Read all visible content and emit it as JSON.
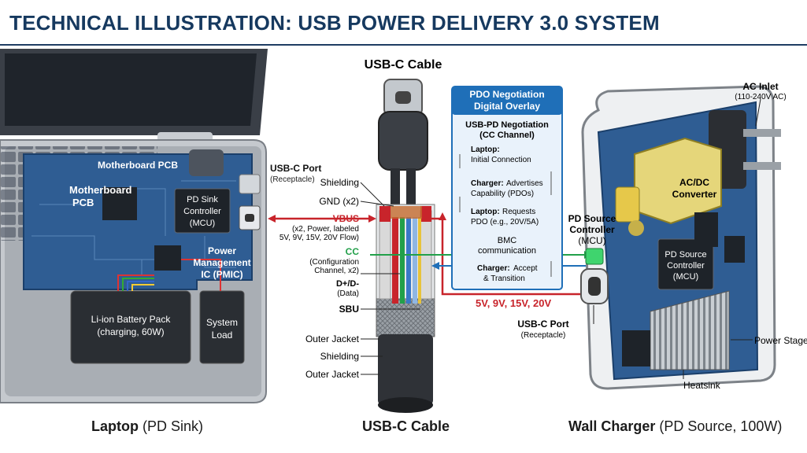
{
  "title": "TECHNICAL ILLUSTRATION: USB POWER DELIVERY 3.0 SYSTEM",
  "cable_heading": "USB-C Cable",
  "laptop": {
    "mobo_top": "Motherboard PCB",
    "mobo_left": [
      "Motherboard",
      "PCB"
    ],
    "sink_ctrl": [
      "PD Sink",
      "Controller",
      "(MCU)"
    ],
    "pmic": [
      "Power",
      "Management",
      "IC (PMIC)"
    ],
    "battery": [
      "Li-ion Battery Pack",
      "(charging, 60W)"
    ],
    "load": [
      "System",
      "Load"
    ],
    "port_title": "USB-C Port",
    "port_sub": "(Receptacle)"
  },
  "cable_labels": {
    "shielding_top": "Shielding",
    "gnd": "GND (x2)",
    "vbus": "VBUS",
    "vbus_sub": [
      "(x2, Power, labeled",
      "5V, 9V, 15V, 20V Flow)"
    ],
    "cc": "CC",
    "cc_sub": [
      "(Configuration",
      "Channel, x2)"
    ],
    "dpdm": "D+/D-",
    "dpdm_sub": "(Data)",
    "sbu": "SBU",
    "outer1": "Outer Jacket",
    "shielding_bottom": "Shielding",
    "outer2": "Outer Jacket"
  },
  "pdo_overlay": {
    "header": [
      "PDO Negotiation",
      "Digital Overlay"
    ],
    "section": [
      "USB-PD Negotiation",
      "(CC Channel)"
    ],
    "step1_bold": "Laptop:",
    "step1": "Initial Connection",
    "step2_bold": "Charger:",
    "step2": [
      "Advertises",
      "Capability (PDOs)"
    ],
    "step3_bold": "Laptop:",
    "step3": [
      "Requests",
      "PDO (e.g., 20V/5A)"
    ],
    "bmc": [
      "BMC",
      "communication"
    ],
    "step4_bold": "Charger:",
    "step4": [
      "Accept",
      "& Transition"
    ]
  },
  "voltages": "5V, 9V, 15V, 20V",
  "charger": {
    "ac_inlet": "AC Inlet",
    "ac_range": "(110-240V AC)",
    "acdc": [
      "AC/DC",
      "Converter"
    ],
    "pd_src_label": [
      "PD Source",
      "Controller",
      "(MCU)"
    ],
    "pd_src_chip": [
      "PD Source",
      "Controller",
      "(MCU)"
    ],
    "port_title": "USB-C Port",
    "port_sub": "(Receptacle)",
    "power_stage": "Power Stage",
    "heatsink": "Heatsink"
  },
  "captions": {
    "laptop_bold": "Laptop",
    "laptop_rest": " (PD Sink)",
    "cable": "USB-C Cable",
    "charger_bold": "Wall Charger",
    "charger_rest": " (PD Source, 100W)"
  },
  "colors": {
    "title": "#16395f",
    "pcb": "#2f5d93",
    "vbus": "#c8242b",
    "cc": "#22a04a",
    "overlay_header": "#1f6fb8",
    "overlay_bg": "#e9f2fb"
  }
}
